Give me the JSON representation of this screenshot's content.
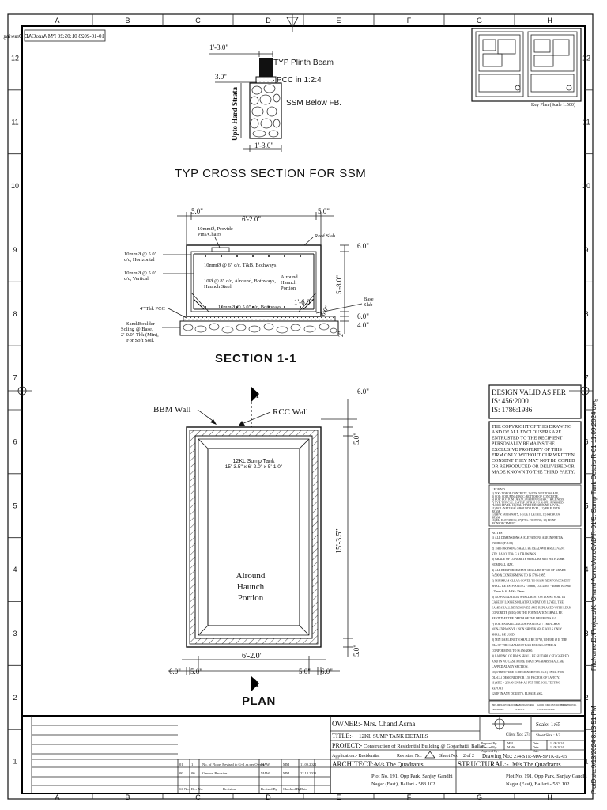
{
  "border": {
    "cols": [
      "A",
      "B",
      "C",
      "D",
      "E",
      "F",
      "G",
      "H"
    ],
    "rows": [
      "12",
      "11",
      "10",
      "9",
      "8",
      "7",
      "6",
      "5",
      "4",
      "3",
      "2",
      "1"
    ],
    "mirrored_label": "10-10-2023 01:05:20 PM AutoCAD Drawing"
  },
  "key_plan": {
    "caption": "Key Plan (Scale 1:500)"
  },
  "ssm_section": {
    "dim_top": "1'-3.0\"",
    "dim_side": "3.0\"",
    "dim_bottom": "1'-3.0\"",
    "label_plinth": "TYP Plinth Beam",
    "label_pcc": "PCC in 1:2:4",
    "label_ssm": "SSM Below FB.",
    "label_vertical": "Upto Hard Strata",
    "title": "TYP CROSS SECTION FOR SSM"
  },
  "section11": {
    "dim_left": "5.0\"",
    "dim_mid": "6'-2.0\"",
    "dim_right": "5.0\"",
    "dim_r1": "6.0\"",
    "dim_height": "5'-8.0\"",
    "dim_r2": "6.0\"",
    "dim_r3": "4.0\"",
    "dim_r4": "2\"",
    "dim_haunch": "1'-6.0\"",
    "dim_haunch2": "6.0\"",
    "lbl_pins": "10mmØ, Provide Pins/Chairs",
    "lbl_roof": "Roof Slab",
    "lbl_h5": "10mmØ @ 5.0\" c/c, Horizontal",
    "lbl_top": "10mmØ @ 6\" c/c, T&B, Bothways",
    "lbl_v5": "10mmØ @ 5.0\" c/c, Vertical",
    "lbl_haunch_steel": "10Ø @ 8\" c/c, Alround, Bothways, Haunch Steel",
    "lbl_alround": "Alround Haunch Portion",
    "lbl_base": "Base Slab",
    "lbl_bottom": "10mmØ @ 5.0\" c/c, Bothways",
    "lbl_pcc": "4\" Thk PCC",
    "lbl_sand": "Sand/Boulder Soling @ Base, 2'-0.0\" Thk (Min), For Soft Soil.",
    "title": "SECTION 1-1"
  },
  "plan": {
    "lbl_bbm": "BBM Wall",
    "lbl_rcc": "RCC Wall",
    "section_mark": "1",
    "tank_name": "12KL Sump Tank",
    "tank_size": "15'-3.5\" x 6'-2.0\" x 5'-1.0\"",
    "lbl_alround": "Alround Haunch Portion",
    "dim_top_right": "6.0\"",
    "dim_right_top": "5.0\"",
    "dim_length": "15'-3.5\"",
    "dim_right_bot": "5.0\"",
    "dim_width": "6'-2.0\"",
    "dim_bl1": "6.0\"",
    "dim_bl2": "5.0\"",
    "dim_br1": "5.0\"",
    "dim_br2": "6.0\"",
    "title": "PLAN"
  },
  "notes": {
    "design_title": "DESIGN VALID AS PER",
    "design_lines": [
      "IS: 456:2000",
      "IS: 1786:1986"
    ],
    "copyright": "THE COPYRIGHT OF THIS DRAWING AND OF ALL ENCLOUSERS ARE ENTRUSTED TO THE RECIPIENT PERSONALLY REMAINS THE EXCLUSIVE PROPERTY OF THIS FIRM ONLY. WITHOUT OUR WRITTEN CONSENT THEY MAY NOT BE COPIED OR REPRODUCED OR DELIVERED OR MADE KNOWN TO THE THIRD PARTY.",
    "legend_head": "LEGEND",
    "legend_lines": [
      "1) TOC: TOP OF CONCRETE, 2) NTS: NOT TO SCALE,",
      "3) COL: COLUMN, 4) BOC: BOTTOM OF CONCRETE,",
      "5) BOE: BOTTOM OF EXCAVATION, 6) THK: THICKNESS,",
      "7) TYP: TYPICAL, 8) STRP: STIRRUPS, 9) FFL: FINISHED",
      "FLOOR LEVEL, 10) FGL: FINISHED GROUND LEVEL,",
      "11) NGL: NATURAL GROUND LEVEL, 12) PB: PLINTH",
      "BEAM,",
      "13) B/W: BOTHWAYS, 14) DET: DETAIL, 15) RB: ROOF",
      "BEAM",
      "16) EL: ELEVATION, 17) FTG: FOOTING, 18) REINF:",
      "REINFORCEMENT."
    ],
    "notes_head": "NOTES",
    "notes_lines": [
      "1) ALL DIMENSIONS & ELEVATIONS ARE IN FEET &",
      "INCHES (F.D.M)",
      "2) THIS DRAWING SHALL BE READ WITH RELEVANT",
      "STR. LAYOUT & G.A DRAWINGS.",
      "3) GRADE OF CONCRETE SHALL BE M25 WITH 20mm",
      "NOMINAL SIZE.",
      "4) ALL REINFORCEMENT SHALL BE HYSD OF GRADE",
      "Fe500 & CONFORMING TO IS 1786-1985.",
      "5) MINIMUM CLEAR COVER TO MAIN REINFORCEMENT",
      "SHALL BE AS: FOOTING - 50mm, COLUMN - 40mm, BEAMS",
      "- 25mm & SLABS - 20mm.",
      "6) NO FOUNDATION SHALL REST ON LOOSE SOIL. IN",
      "CASE OF LOOSE SOIL AT FOUNDATION LEVEL, THE",
      "SAME SHALL BE REMOVED AND REPLACED WITH LEAN",
      "CONCRETE (M10) OR THE FOUNDATION SHALL BE",
      "RESTED AT THE DEPTH OF THE DESIRED S.B.C.",
      "7) FOR BACKFILLING OF FOOTINGS / TRENCHES",
      "NON-EXPANSIVE / NON SHRINKABLE SOILS ONLY",
      "SHALL BE USED.",
      "8) MIN LAP LENGTH SHALL BE 50*Ø, WHERE Ø IS THE",
      "DIA OF THE SMALLEST BAR BEING LAPPED &",
      "CONFORMING TO IS 456-2000.",
      "9) LAPPING OF BARS SHALL BE SUITABLY STAGGERED",
      "AND IN NO CASE MORE THAN 50% BARS SHALL BE",
      "LAPPED AT ANY SECTION.",
      "10) STRUCTURE IS DESIGNED FOR (G+1) ONLY. FOR",
      "DL+LL) DESIGNED FOR 1.50 FACTOR OF SAFETY.",
      "11) SBC = 250.00 KN/M² AS PER THE SOIL TESTING",
      "REPORT.",
      "12) IF IN ANY DOUBT'S, PLEASE ASK."
    ],
    "stages": [
      "PRELIMINARY DRAWINGS",
      "ENABLING WORKS",
      "GOOD FOR CONSTRUCTION",
      "FOR APPROVAL",
      "TENDERING",
      "AS BUILT",
      "CONSTRUCTION"
    ]
  },
  "title_block": {
    "owner_lbl": "OWNER:-",
    "owner": "Mrs. Chand Asma",
    "title_lbl": "TITLE:-",
    "title": "12KL SUMP TANK DETAILS",
    "project_lbl": "PROJECT:-",
    "project": "Construction of Residential Building @ Gogarhatti, Ballari.",
    "application": "Application:- Residential",
    "revision_no": "Revision No:",
    "sheet_no": "Sheet No:",
    "sheet_val": "2 of 2",
    "drawing_no_lbl": "Drawing No.:",
    "drawing_no": "274-STR-MW-SPTK-02-05",
    "scale": "Scale: 1:65",
    "sheet_size": "Sheet Size : A3",
    "client_no": "Client No.: 274",
    "rows_left": [
      "Prepared By:",
      "Checked By:",
      "Approved By:"
    ],
    "rows_mid": [
      "MM",
      "MAW",
      ""
    ],
    "rows_date_lbl": [
      "Date:",
      "Date:",
      "Date:"
    ],
    "rows_date": [
      "11.09.2024",
      "11.09.2024",
      ""
    ],
    "architect_lbl": "ARCHITECT:-",
    "architect": "M/s The Quadrants",
    "arch_addr1": "Plot No. 191, Opp Park, Sanjay Gandhi",
    "arch_addr2": "Nagar (East), Ballari - 583 102.",
    "structural_lbl": "STRUCTURAL:-",
    "structural": "M/s The Quadrants",
    "str_addr1": "Plot No. 191, Opp Park, Sanjay Gandhi",
    "str_addr2": "Nagar (East), Ballari - 583 102.",
    "rev_rows": [
      [
        "01",
        "1",
        "No. of Floors Revised to G+1 as per Owner.",
        "MAW",
        "MM",
        "11.09.2024"
      ],
      [
        "00",
        "00",
        "General Revision.",
        "MAW",
        "MM",
        "22.12.2023"
      ]
    ],
    "rev_head": [
      "Sl. No.",
      "Rev No.",
      "Revision",
      "Revised By",
      "Checked By",
      "Date"
    ]
  },
  "side": {
    "filename": "FileName:D:\\Projects\\K. Chand Asma\\AutoCAD\\R-01\\5. Sump Tank Details R-01 11.09.2024.dwg",
    "plotdate": "PlotDate:9/13/2024 8:13:51 PM"
  }
}
